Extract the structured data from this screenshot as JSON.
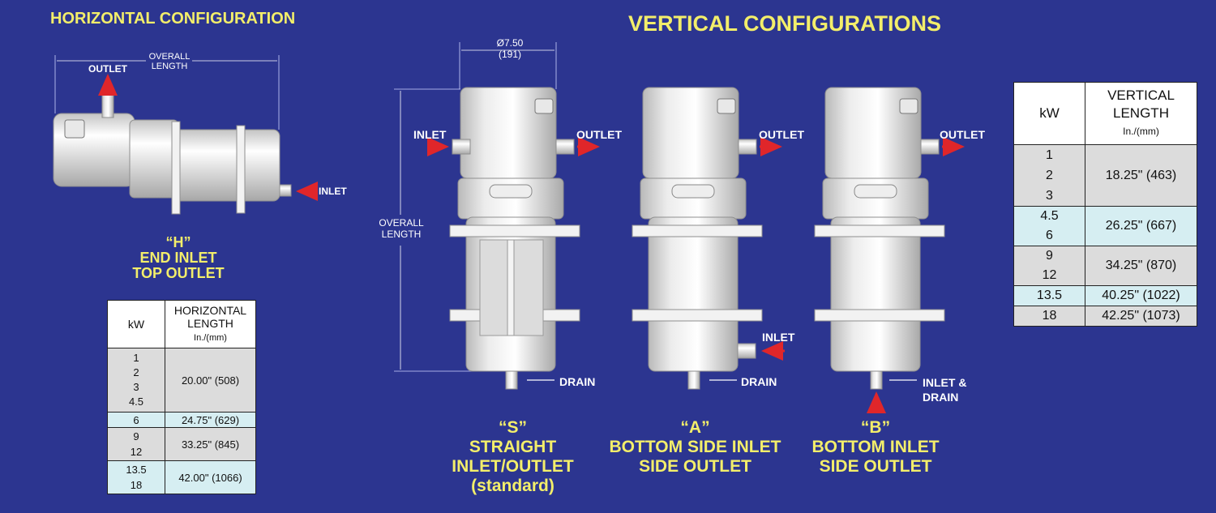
{
  "titles": {
    "horizontal": "HORIZONTAL CONFIGURATION",
    "vertical": "VERTICAL CONFIGURATIONS"
  },
  "horizontal": {
    "outlet": "OUTLET",
    "inlet": "INLET",
    "overall_length": "OVERALL\nLENGTH",
    "caption": [
      "“H”",
      "END INLET",
      "TOP OUTLET"
    ]
  },
  "vertical_labels": {
    "diameter": "Ø7.50\n(191)",
    "overall_length": "OVERALL\nLENGTH",
    "inlet": "INLET",
    "outlet": "OUTLET",
    "drain": "DRAIN",
    "inlet_drain": "INLET &\nDRAIN"
  },
  "captions": {
    "s": [
      "“S”",
      "STRAIGHT",
      "INLET/OUTLET",
      "(standard)"
    ],
    "a": [
      "“A”",
      "BOTTOM SIDE INLET",
      "SIDE OUTLET"
    ],
    "b": [
      "“B”",
      "BOTTOM INLET",
      "SIDE OUTLET"
    ]
  },
  "horizontal_table": {
    "headers": {
      "kw": "kW",
      "length": "HORIZONTAL\nLENGTH",
      "units": "In./(mm)"
    },
    "rows": [
      {
        "kw": "1\n2\n3\n4.5",
        "length": "20.00\" (508)"
      },
      {
        "kw": "6",
        "length": "24.75\" (629)"
      },
      {
        "kw": "9\n12",
        "length": "33.25\" (845)"
      },
      {
        "kw": "13.5\n18",
        "length": "42.00\" (1066)"
      }
    ]
  },
  "vertical_table": {
    "headers": {
      "kw": "kW",
      "length": "VERTICAL\nLENGTH",
      "units": "In./(mm)"
    },
    "rows": [
      {
        "kw": "1\n2\n3",
        "length": "18.25\" (463)"
      },
      {
        "kw": "4.5\n6",
        "length": "26.25\" (667)"
      },
      {
        "kw": "9\n12",
        "length": "34.25\" (870)"
      },
      {
        "kw": "13.5",
        "length": "40.25\" (1022)"
      },
      {
        "kw": "18",
        "length": "42.25\" (1073)"
      }
    ]
  },
  "colors": {
    "background": "#2c3590",
    "title_yellow": "#f3ee6a",
    "arrow_red": "#e0262a"
  }
}
